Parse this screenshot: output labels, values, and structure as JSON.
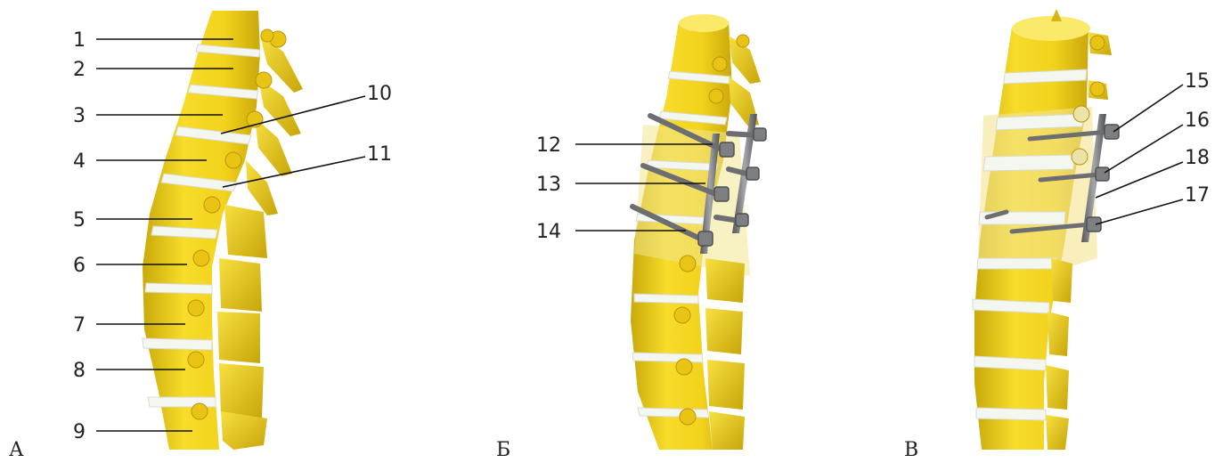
{
  "panels": [
    {
      "letter": "А",
      "callouts": [
        "1",
        "2",
        "3",
        "4",
        "5",
        "6",
        "7",
        "8",
        "9",
        "10",
        "11"
      ]
    },
    {
      "letter": "Б",
      "callouts": [
        "12",
        "13",
        "14"
      ]
    },
    {
      "letter": "В",
      "callouts": [
        "15",
        "16",
        "18",
        "17"
      ]
    }
  ],
  "colors": {
    "bone": "#f2d21c",
    "bone_light": "#fbe969",
    "bone_dark": "#c9a90a",
    "disc": "#f4f6f0",
    "metal": "#7d7f82",
    "metal_dark": "#55575a",
    "overlay": "#f3e58f"
  }
}
